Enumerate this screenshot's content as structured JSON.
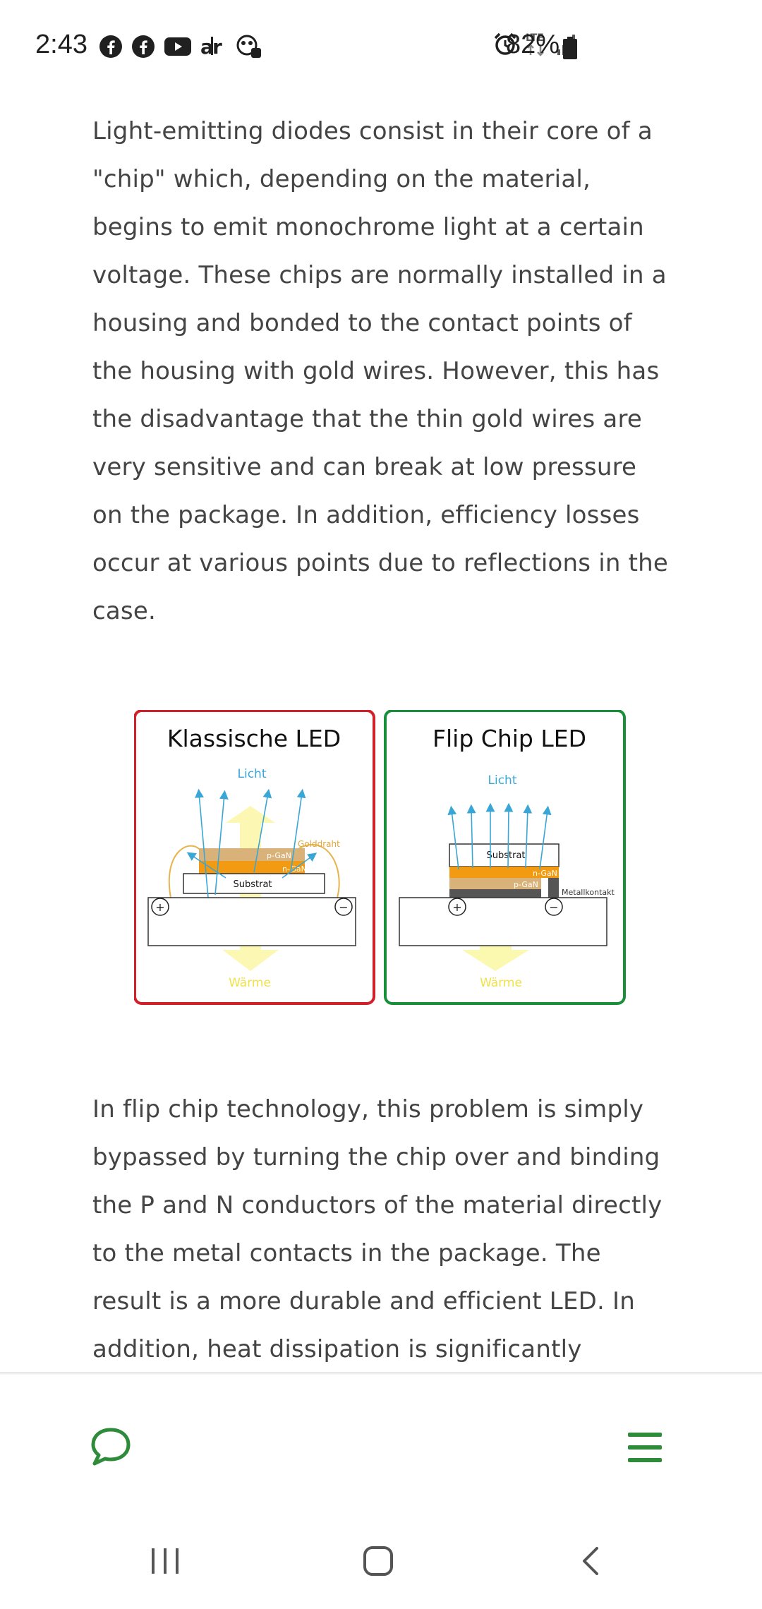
{
  "status_bar": {
    "time": "2:43",
    "left_icons": [
      "facebook-icon",
      "facebook-icon",
      "youtube-icon",
      "air-icon",
      "app-icon"
    ],
    "right_icons": [
      "alarm-icon",
      "lte-icon",
      "signal-icon"
    ],
    "network": "LTE",
    "battery_percent": "82%"
  },
  "article": {
    "paragraph_1": "Light-emitting diodes consist in their core of a \"chip\" which, depending on the material, begins to emit monochrome light at a certain voltage. These chips are normally installed in a housing and bonded to the contact points of the housing with gold wires. However, this has the disadvantage that the thin gold wires are very sensitive and can break at low pressure on the package. In addition, efficiency losses occur at various points due to reflections in the case.",
    "paragraph_2": "In flip chip technology, this problem is simply bypassed by turning the chip over and binding the P and N conductors of the material directly to the metal contacts in the package. The result is a more durable and efficient LED. In addition, heat dissipation is significantly improved through"
  },
  "diagram": {
    "left": {
      "title": "Klassische LED",
      "light_label": "Licht",
      "gold_wire_label": "Golddraht",
      "p_layer": "p-GaN",
      "n_layer": "n-GaN",
      "substrate": "Substrat",
      "heat_label": "Wärme",
      "plus": "+",
      "minus": "−",
      "frame_color": "#d0202a"
    },
    "right": {
      "title": "Flip Chip LED",
      "light_label": "Licht",
      "substrate": "Substrat",
      "n_layer": "n-GaN",
      "p_layer": "p-GaN",
      "metal_contact_label": "Metallkontakt",
      "heat_label": "Wärme",
      "plus": "+",
      "minus": "−",
      "frame_color": "#1a8f3a"
    }
  },
  "bottom_bar": {
    "accent_color": "#2e8b3a",
    "chat_icon": "chat-bubble-icon",
    "menu_icon": "hamburger-menu-icon"
  },
  "nav_bar": {
    "recent_icon": "recent-apps-icon",
    "home_icon": "home-icon",
    "back_icon": "back-icon"
  }
}
